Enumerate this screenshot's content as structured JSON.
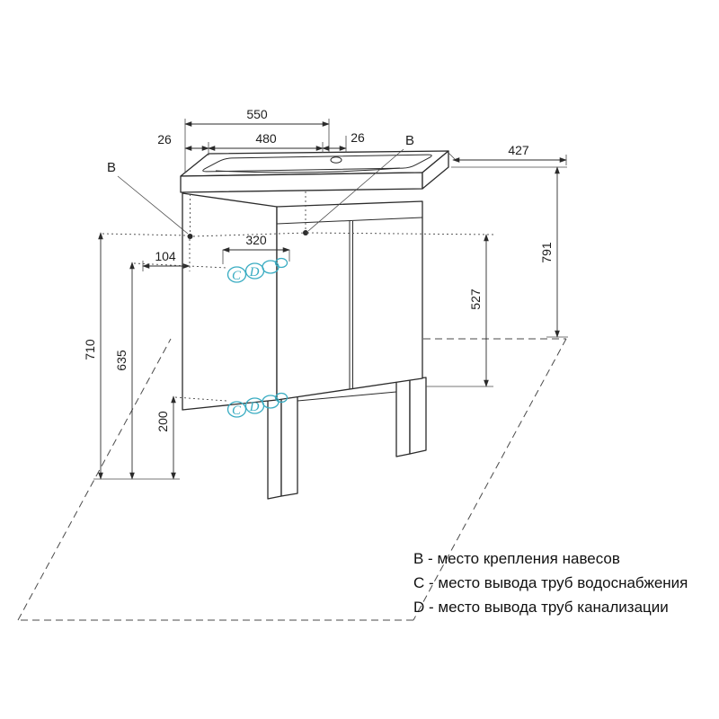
{
  "drawing": {
    "type": "furniture-technical-drawing",
    "legend": [
      "B - место крепления навесов",
      "C - место вывода труб водоснабжения",
      "D - место вывода труб канализации"
    ],
    "labels": {
      "b_left": "B",
      "b_right": "B",
      "c_upper": "C",
      "d_upper": "D",
      "c_lower": "C",
      "d_lower": "D"
    },
    "dimensions": {
      "width_top": "550",
      "width_inner": "480",
      "offset_left": "26",
      "offset_right": "26",
      "depth": "427",
      "height_overall": "791",
      "height_drain_ref": "527",
      "span_pipes": "320",
      "offset_pipes": "104",
      "height_mounting": "710",
      "height_supply": "635",
      "height_sewer": "200"
    },
    "colors": {
      "line": "#2b2b2b",
      "accent_teal": "#39acc2",
      "background": "#ffffff"
    }
  }
}
